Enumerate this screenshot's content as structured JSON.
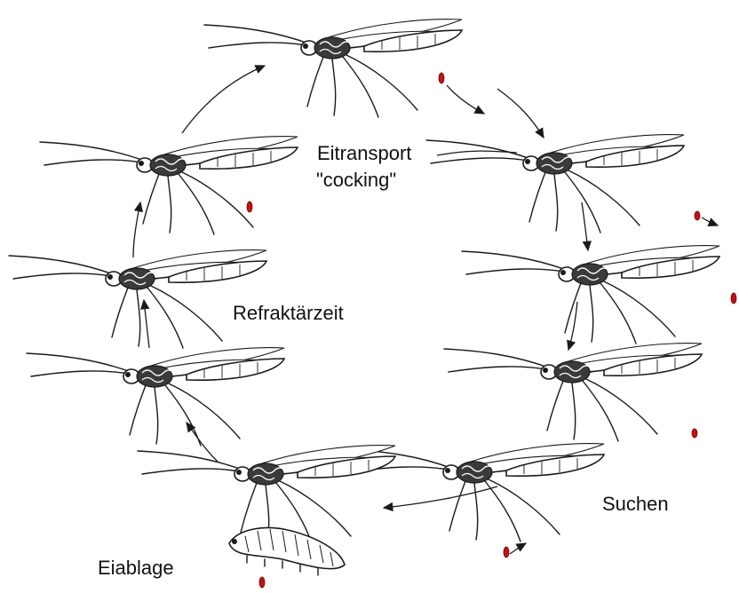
{
  "labels": {
    "eitransport_line1": "Eitransport",
    "eitransport_line2": "\"cocking\"",
    "refraktaerzeit": "Refraktärzeit",
    "suchen": "Suchen",
    "eiablage": "Eiablage"
  },
  "colors": {
    "egg": "#c0121a",
    "ink": "#1a1a1a",
    "background": "#ffffff"
  },
  "figures": [
    {
      "name": "wasp-top-center",
      "stage": "Eitransport"
    },
    {
      "name": "wasp-upper-right",
      "stage": "Eitransport"
    },
    {
      "name": "wasp-mid-right",
      "stage": "Suchen"
    },
    {
      "name": "wasp-lower-right",
      "stage": "Suchen"
    },
    {
      "name": "wasp-bottom-right",
      "stage": "Suchen"
    },
    {
      "name": "wasp-bottom-center",
      "stage": "Eiablage"
    },
    {
      "name": "wasp-lower-left",
      "stage": "Refraktärzeit"
    },
    {
      "name": "wasp-mid-left",
      "stage": "Refraktärzeit"
    },
    {
      "name": "wasp-upper-left",
      "stage": "Eitransport"
    },
    {
      "name": "host-caterpillar",
      "stage": "Eiablage"
    }
  ]
}
